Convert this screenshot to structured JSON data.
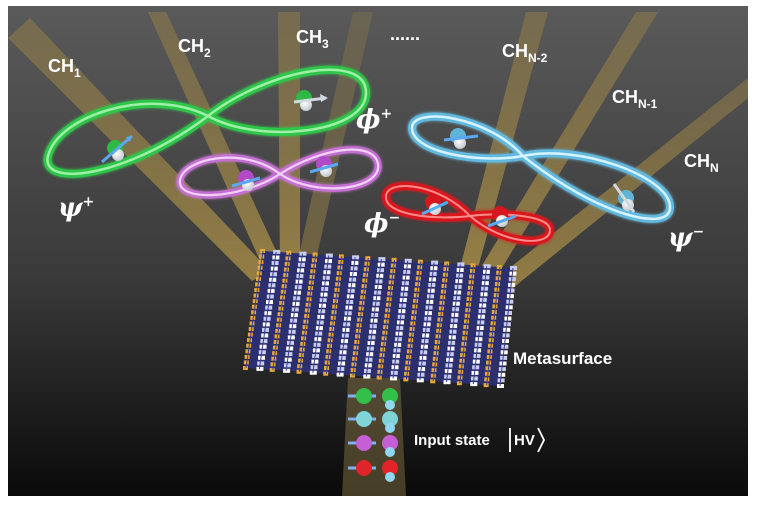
{
  "channels": [
    {
      "main": "CH",
      "sub": "1"
    },
    {
      "main": "CH",
      "sub": "2"
    },
    {
      "main": "CH",
      "sub": "3"
    },
    {
      "main": "CH",
      "sub": "N-2"
    },
    {
      "main": "CH",
      "sub": "N-1"
    },
    {
      "main": "CH",
      "sub": "N"
    }
  ],
  "ellipsis": "......",
  "states": {
    "psi_plus": {
      "symbol": "ψ",
      "sign": "+"
    },
    "phi_plus": {
      "symbol": "ϕ",
      "sign": "+"
    },
    "phi_minus": {
      "symbol": "ϕ",
      "sign": "−"
    },
    "psi_minus": {
      "symbol": "ψ",
      "sign": "−"
    }
  },
  "metasurface_label": "Metasurface",
  "input_label": {
    "text": "Input state",
    "ket": "HV"
  },
  "colors": {
    "green": "#3fd45a",
    "pink": "#d78be0",
    "cyan": "#8fd6ee",
    "red": "#e51c22",
    "beam": "#b59a45",
    "pillar_gold": "#e7a73a",
    "pillar_blue": "#3b3f8f"
  }
}
